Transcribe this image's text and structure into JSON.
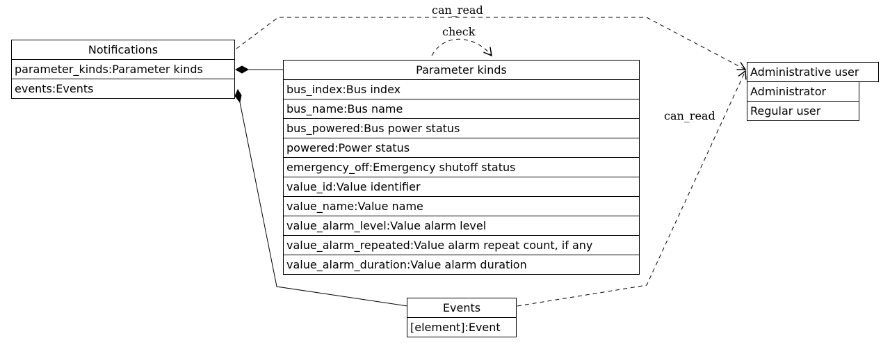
{
  "nodes": {
    "notifications": {
      "title": "Notifications",
      "fields": [
        "parameter_kinds:Parameter kinds",
        "events:Events"
      ]
    },
    "parameter_kinds": {
      "title": "Parameter kinds",
      "fields": [
        "bus_index:Bus index",
        "bus_name:Bus name",
        "bus_powered:Bus power status",
        "powered:Power status",
        "emergency_off:Emergency shutoff status",
        "value_id:Value identifier",
        "value_name:Value name",
        "value_alarm_level:Value alarm level",
        "value_alarm_repeated:Value alarm repeat count, if any",
        "value_alarm_duration:Value alarm duration"
      ]
    },
    "users": {
      "rows": [
        "Administrative user",
        "Administrator",
        "Regular user"
      ]
    },
    "events": {
      "title": "Events",
      "fields": [
        "[element]:Event"
      ]
    }
  },
  "edges": {
    "can_read_top": "can_read",
    "check": "check",
    "can_read_right": "can_read"
  }
}
